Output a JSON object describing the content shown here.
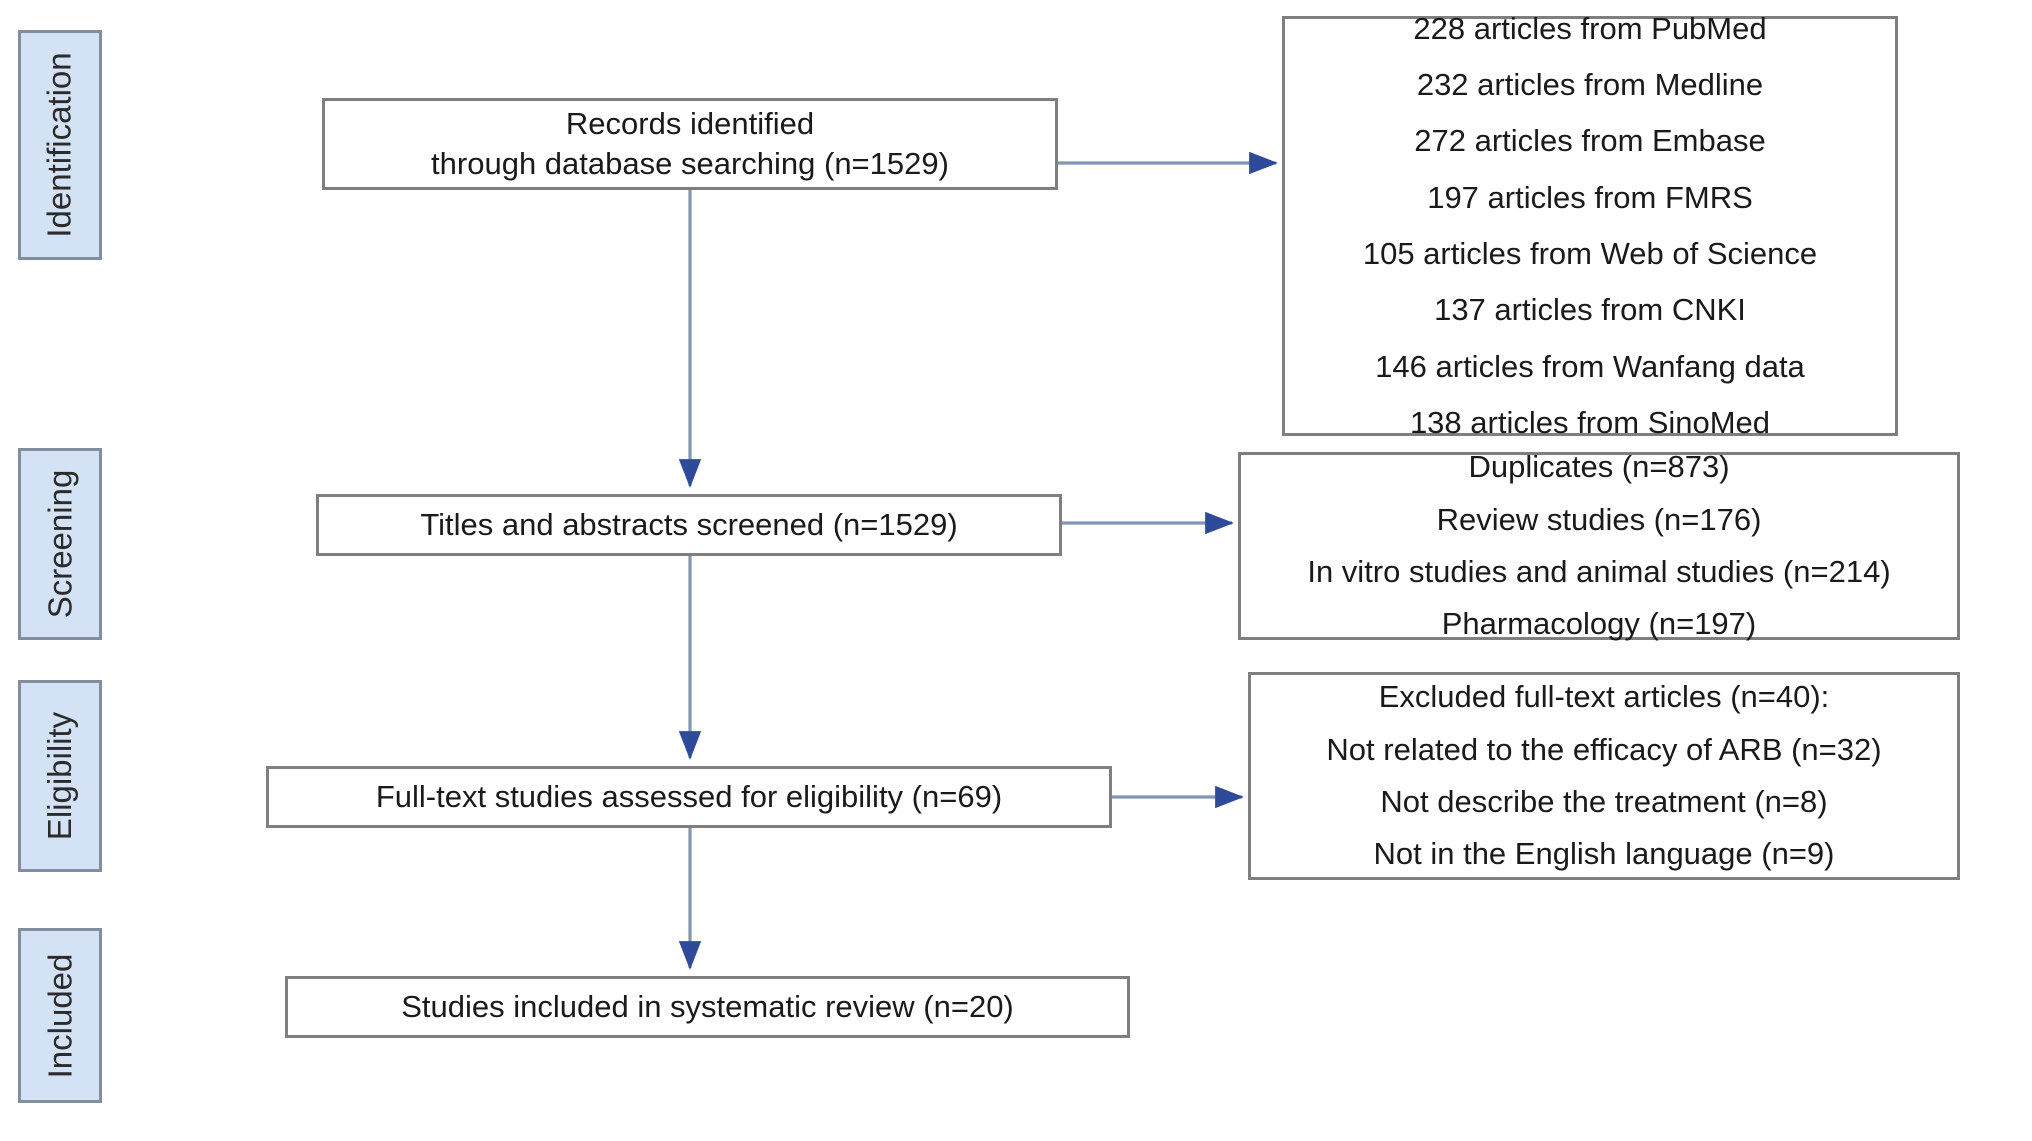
{
  "diagram": {
    "title": "PRISMA flow diagram of study selection",
    "type": "prisma-flowchart",
    "colors": {
      "stage_chip_fill": "#d3e2f5",
      "stage_chip_border": "#808e9e",
      "box_border": "#7f7f7f",
      "box_fill": "#ffffff",
      "connector_line": "#8096b4",
      "connector_arrowhead": "#2e4b9b",
      "text": "#1a1a1a",
      "background": "#ffffff"
    }
  },
  "stages": [
    {
      "id": "identification",
      "label": "Identification"
    },
    {
      "id": "screening",
      "label": "Screening"
    },
    {
      "id": "eligibility",
      "label": "Eligibility"
    },
    {
      "id": "included",
      "label": "Included"
    }
  ],
  "flow": {
    "records_identified": {
      "lines": [
        "Records identified",
        "through database searching (n=1529)"
      ],
      "n": 1529
    },
    "titles_abstracts_screened": {
      "lines": [
        "Titles and abstracts screened (n=1529)"
      ],
      "n": 1529
    },
    "fulltext_assessed": {
      "lines": [
        "Full-text studies assessed for eligibility (n=69)"
      ],
      "n": 69
    },
    "studies_included": {
      "lines": [
        "Studies included in systematic review (n=20)"
      ],
      "n": 20
    }
  },
  "sources": {
    "lines": [
      "228 articles from PubMed",
      "232 articles from Medline",
      "272 articles from Embase",
      "197 articles from FMRS",
      "105 articles from Web of Science",
      "137 articles from CNKI",
      "146 articles from Wanfang data",
      "138 articles from SinoMed"
    ],
    "items": [
      {
        "count": 228,
        "database": "PubMed"
      },
      {
        "count": 232,
        "database": "Medline"
      },
      {
        "count": 272,
        "database": "Embase"
      },
      {
        "count": 197,
        "database": "FMRS"
      },
      {
        "count": 105,
        "database": "Web of Science"
      },
      {
        "count": 137,
        "database": "CNKI"
      },
      {
        "count": 146,
        "database": "Wanfang data"
      },
      {
        "count": 138,
        "database": "SinoMed"
      }
    ]
  },
  "screening_exclusions": {
    "lines": [
      "Duplicates (n=873)",
      "Review studies (n=176)",
      "In vitro studies and animal studies (n=214)",
      "Pharmacology (n=197)"
    ],
    "items": [
      {
        "reason": "Duplicates",
        "n": 873
      },
      {
        "reason": "Review studies",
        "n": 176
      },
      {
        "reason": "In vitro studies and animal studies",
        "n": 214
      },
      {
        "reason": "Pharmacology",
        "n": 197
      }
    ]
  },
  "eligibility_exclusions": {
    "lines": [
      "Excluded full-text articles (n=40):",
      "Not related to the efficacy of ARB (n=32)",
      "Not describe the treatment (n=8)",
      "Not in the English language (n=9)"
    ],
    "header": {
      "reason": "Excluded full-text articles",
      "n": 40
    },
    "items": [
      {
        "reason": "Not related to the efficacy of ARB",
        "n": 32
      },
      {
        "reason": "Not describe the treatment",
        "n": 8
      },
      {
        "reason": "Not in the English language",
        "n": 9
      }
    ]
  }
}
